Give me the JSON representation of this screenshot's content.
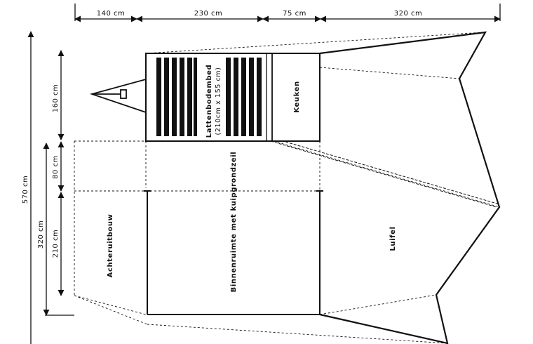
{
  "dimensions": {
    "top": [
      "140 cm",
      "230 cm",
      "75 cm",
      "320 cm"
    ],
    "left": [
      "570 cm",
      "320 cm",
      "160 cm",
      "80 cm",
      "210 cm"
    ]
  },
  "rooms": {
    "bed_title": "Lattenbodembed",
    "bed_size": "(210cm x 155 cm)",
    "kitchen": "Keuken",
    "annex": "Achteruitbouw",
    "interior": "Binnenruimte met kuipgrondzeil",
    "awning": "Luifel"
  },
  "colors": {
    "ink": "#111111",
    "background": "#ffffff"
  }
}
